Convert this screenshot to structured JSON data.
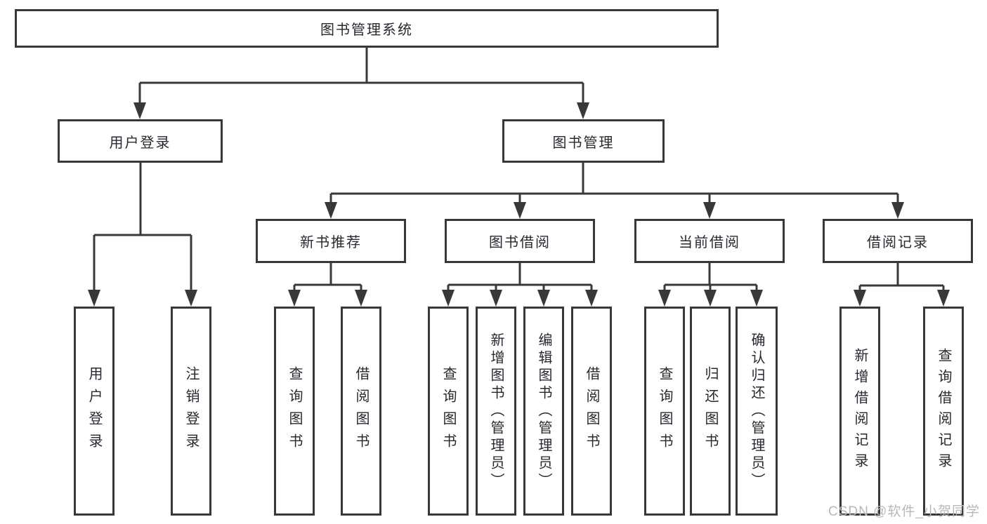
{
  "tree": {
    "root": {
      "label": "图书管理系统"
    },
    "branches": [
      {
        "label": "用户登录",
        "children": [
          {
            "label": "用户登录"
          },
          {
            "label": "注销登录"
          }
        ]
      },
      {
        "label": "图书管理",
        "children": [
          {
            "label": "新书推荐",
            "children": [
              {
                "label": "查询图书"
              },
              {
                "label": "借阅图书"
              }
            ]
          },
          {
            "label": "图书借阅",
            "children": [
              {
                "label": "查询图书"
              },
              {
                "label": "新增图书（管理员）"
              },
              {
                "label": "编辑图书（管理员）"
              },
              {
                "label": "借阅图书"
              }
            ]
          },
          {
            "label": "当前借阅",
            "children": [
              {
                "label": "查询图书"
              },
              {
                "label": "归还图书"
              },
              {
                "label": "确认归还（管理员）"
              }
            ]
          },
          {
            "label": "借阅记录",
            "children": [
              {
                "label": "新增借阅记录"
              },
              {
                "label": "查询借阅记录"
              }
            ]
          }
        ]
      }
    ]
  },
  "watermark": {
    "text": "CSDN @软件_小贺同学"
  },
  "colors": {
    "line": "#383838",
    "text": "#26292e",
    "background": "#ffffff",
    "watermark": "#b8b8b8"
  }
}
